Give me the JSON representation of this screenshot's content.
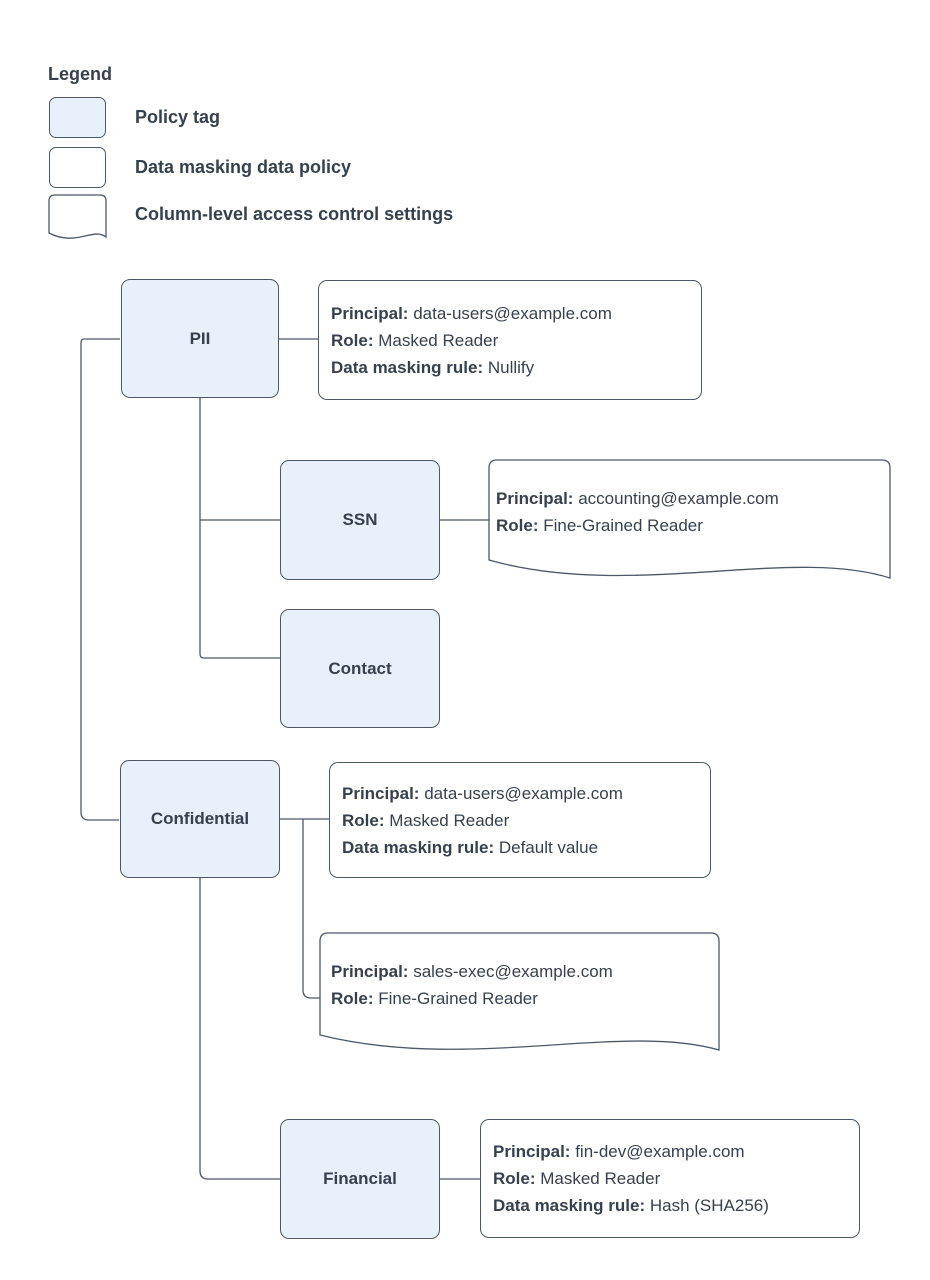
{
  "colors": {
    "policy_tag_fill": "#e8f0fc",
    "outline": "#4d5866",
    "text": "#37404f",
    "background": "#ffffff"
  },
  "legend": {
    "title": "Legend",
    "items": [
      {
        "swatch": "policy-tag",
        "label": "Policy tag"
      },
      {
        "swatch": "data-masking-data-policy",
        "label": "Data masking data policy"
      },
      {
        "swatch": "column-level-access-control",
        "label": "Column-level access control settings"
      }
    ]
  },
  "policy_tags": {
    "pii": "PII",
    "ssn": "SSN",
    "contact": "Contact",
    "confidential": "Confidential",
    "financial": "Financial"
  },
  "data_policies": {
    "pii_masking": {
      "principal_label": "Principal:",
      "principal": "data-users@example.com",
      "role_label": "Role:",
      "role": "Masked Reader",
      "rule_label": "Data masking rule:",
      "rule": "Nullify"
    },
    "ssn_access": {
      "principal_label": "Principal:",
      "principal": "accounting@example.com",
      "role_label": "Role:",
      "role": "Fine-Grained Reader"
    },
    "confidential_masking": {
      "principal_label": "Principal:",
      "principal": "data-users@example.com",
      "role_label": "Role:",
      "role": "Masked Reader",
      "rule_label": "Data masking rule:",
      "rule": "Default value"
    },
    "confidential_access": {
      "principal_label": "Principal:",
      "principal": "sales-exec@example.com",
      "role_label": "Role:",
      "role": "Fine-Grained Reader"
    },
    "financial_masking": {
      "principal_label": "Principal:",
      "principal": "fin-dev@example.com",
      "role_label": "Role:",
      "role": "Masked Reader",
      "rule_label": "Data masking rule:",
      "rule": "Hash (SHA256)"
    }
  }
}
